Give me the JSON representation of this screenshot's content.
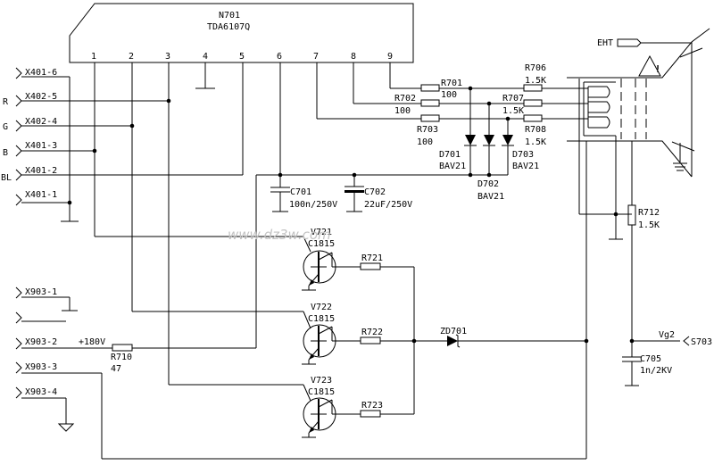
{
  "ic": {
    "ref": "N701",
    "part": "TDA6107Q",
    "pins": [
      "1",
      "2",
      "3",
      "4",
      "5",
      "6",
      "7",
      "8",
      "9"
    ]
  },
  "connectors": {
    "x401_6": "X401-6",
    "x402_5": "X402-5",
    "x402_4": "X402-4",
    "x401_3": "X401-3",
    "x401_2": "X401-2",
    "x401_1": "X401-1",
    "x903_1": "X903-1",
    "x903_2": "X903-2",
    "x903_3": "X903-3",
    "x903_4": "X903-4"
  },
  "signals": {
    "r": "R",
    "g": "G",
    "b": "B",
    "bl": "BL",
    "hv": "+180V",
    "vg2": "Vg2",
    "s703": "S703",
    "eht": "EHT"
  },
  "resistors": {
    "r701": {
      "ref": "R701",
      "value": "100"
    },
    "r702": {
      "ref": "R702",
      "value": "100"
    },
    "r703": {
      "ref": "R703",
      "value": "100"
    },
    "r706": {
      "ref": "R706",
      "value": "1.5K"
    },
    "r707": {
      "ref": "R707",
      "value": "1.5K"
    },
    "r708": {
      "ref": "R708",
      "value": "1.5K"
    },
    "r710": {
      "ref": "R710",
      "value": "47"
    },
    "r712": {
      "ref": "R712",
      "value": "1.5K"
    },
    "r721": {
      "ref": "R721"
    },
    "r722": {
      "ref": "R722"
    },
    "r723": {
      "ref": "R723"
    }
  },
  "diodes": {
    "d701": {
      "ref": "D701",
      "part": "BAV21"
    },
    "d702": {
      "ref": "D702",
      "part": "BAV21"
    },
    "d703": {
      "ref": "D703",
      "part": "BAV21"
    },
    "zd701": {
      "ref": "ZD701"
    }
  },
  "capacitors": {
    "c701": {
      "ref": "C701",
      "value": "100n/250V"
    },
    "c702": {
      "ref": "C702",
      "value": "22uF/250V"
    },
    "c705": {
      "ref": "C705",
      "value": "1n/2KV"
    }
  },
  "transistors": {
    "v721": {
      "ref": "V721",
      "part": "C1815"
    },
    "v722": {
      "ref": "V722",
      "part": "C1815"
    },
    "v723": {
      "ref": "V723",
      "part": "C1815"
    }
  },
  "watermark": "www.dz3w.com",
  "colors": {
    "line": "#000000",
    "background": "#ffffff",
    "watermark": "#c4c4c4"
  }
}
